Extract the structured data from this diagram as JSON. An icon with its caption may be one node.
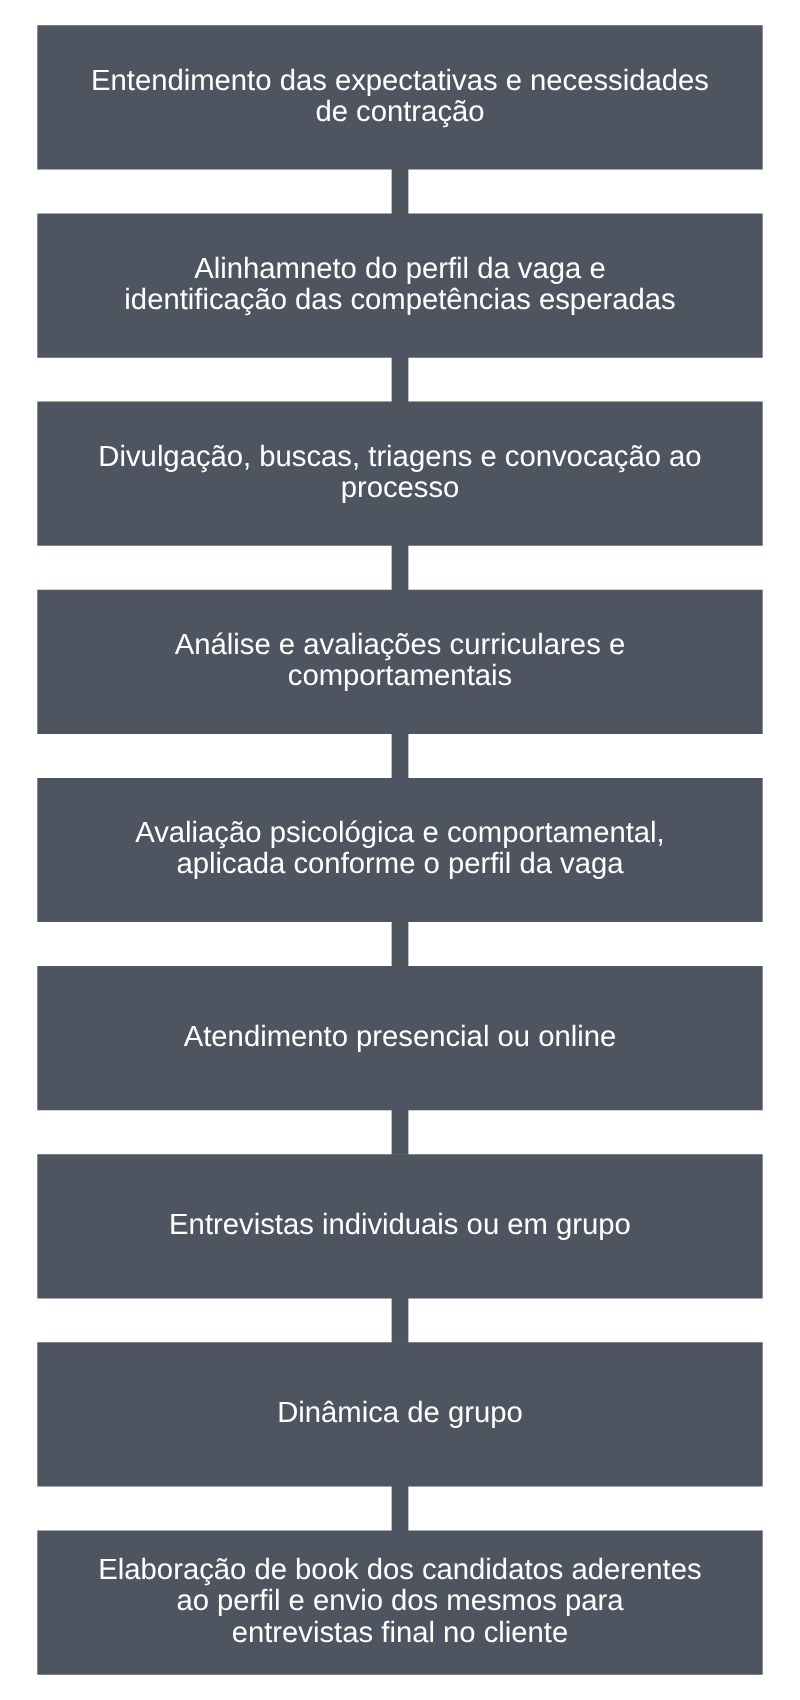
{
  "diagram": {
    "nodes": [
      {
        "text": [
          "Entendimento das expectativas e necessidades de contração"
        ]
      },
      {
        "text": [
          "Alinhamneto do perfil da vaga e identificação das competências esperadas"
        ]
      },
      {
        "text": [
          "Divulgação, buscas, triagens e convocação ao processo"
        ]
      },
      {
        "text": [
          "Análise e avaliações curriculares e comportamentais"
        ]
      },
      {
        "text": [
          "Avaliação psicológica e comportamental, aplicada conforme o perfil da vaga"
        ]
      },
      {
        "text": [
          "Atendimento presencial ou online"
        ]
      },
      {
        "text": [
          "Entrevistas individuais ou em grupo"
        ]
      },
      {
        "text": [
          "Dinâmica de grupo"
        ]
      },
      {
        "text": [
          "Elaboração de book dos candidatos aderentes ao perfil e envio dos mesmos para entrevistas final no cliente"
        ]
      }
    ],
    "edges": [
      {
        "from": 0,
        "to": 1,
        "arrow": "none"
      },
      {
        "from": 1,
        "to": 2,
        "arrow": "none"
      },
      {
        "from": 2,
        "to": 3,
        "arrow": "none"
      },
      {
        "from": 3,
        "to": 4,
        "arrow": "none"
      },
      {
        "from": 4,
        "to": 5,
        "arrow": "none"
      },
      {
        "from": 5,
        "to": 6,
        "arrow": "none"
      },
      {
        "from": 6,
        "to": 7,
        "arrow": "none"
      },
      {
        "from": 7,
        "to": 8,
        "arrow": "none"
      }
    ]
  }
}
